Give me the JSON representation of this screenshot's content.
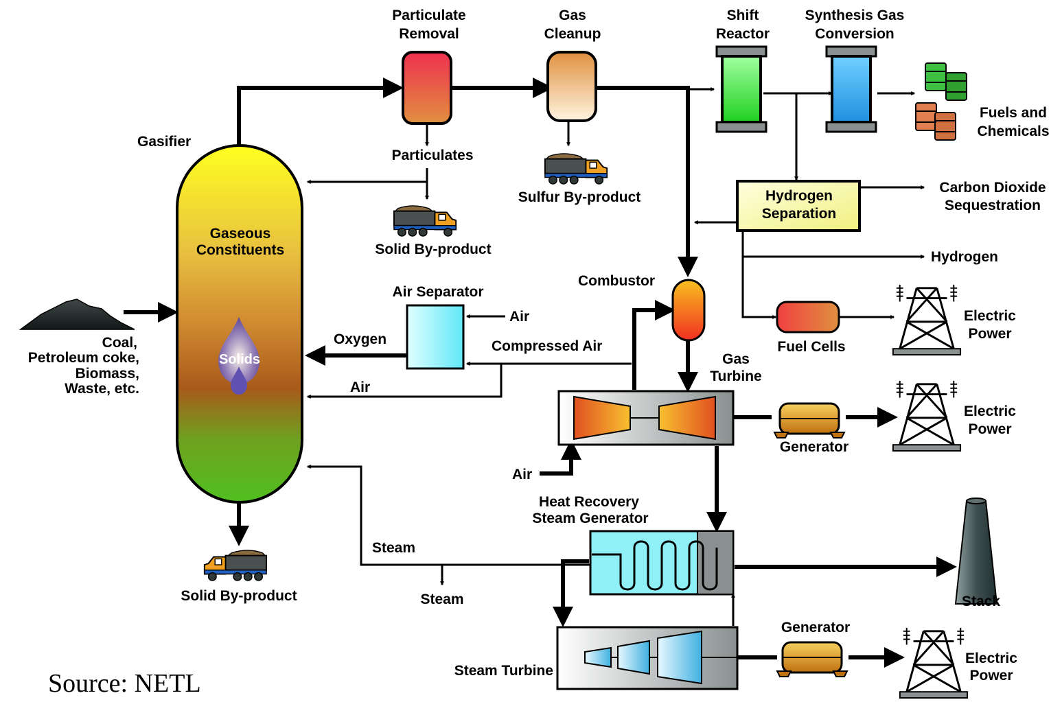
{
  "labels": {
    "gasifier": "Gasifier",
    "particulate_removal": [
      "Particulate",
      "Removal"
    ],
    "gas_cleanup": [
      "Gas",
      "Cleanup"
    ],
    "shift_reactor": [
      "Shift",
      "Reactor"
    ],
    "synthesis_gas_conversion": [
      "Synthesis Gas",
      "Conversion"
    ],
    "fuels_chemicals": [
      "Fuels and",
      "Chemicals"
    ],
    "particulates": "Particulates",
    "solid_byproduct_top": "Solid By-product",
    "sulfur_byproduct": "Sulfur By-product",
    "hydrogen_separation": [
      "Hydrogen",
      "Separation"
    ],
    "carbon_dioxide": [
      "Carbon Dioxide",
      "Sequestration"
    ],
    "hydrogen": "Hydrogen",
    "gaseous_constituents": [
      "Gaseous",
      "Constituents"
    ],
    "solids": "Solids",
    "feedstock": [
      "Coal,",
      "Petroleum coke,",
      "Biomass,",
      "Waste, etc."
    ],
    "air_separator": "Air Separator",
    "air_in": "Air",
    "oxygen": "Oxygen",
    "compressed_air": "Compressed Air",
    "air_return": "Air",
    "combustor": "Combustor",
    "fuel_cells": "Fuel Cells",
    "electric_power_1": [
      "Electric",
      "Power"
    ],
    "gas_turbine": [
      "Gas",
      "Turbine"
    ],
    "generator_1": "Generator",
    "electric_power_2": [
      "Electric",
      "Power"
    ],
    "air_turbine": "Air",
    "hrsg": [
      "Heat Recovery",
      "Steam Generator"
    ],
    "steam_to_gasifier": "Steam",
    "steam_out": "Steam",
    "stack": "Stack",
    "solid_byproduct_bottom": "Solid By-product",
    "steam_turbine": "Steam Turbine",
    "generator_2": "Generator",
    "electric_power_3": [
      "Electric",
      "Power"
    ],
    "source": "Source: NETL"
  },
  "colors": {
    "gasifier_gradient": [
      "#ffff20",
      "#e8b030",
      "#d08030",
      "#a85a1a",
      "#50c020",
      "#60c020"
    ],
    "particulate_removal": [
      "#f03050",
      "#e09040"
    ],
    "gas_cleanup": [
      "#e09040",
      "#fff0d0"
    ],
    "shift_reactor": "#30e030",
    "synthesis_gas_conversion": "#30b0f0",
    "hydrogen_separation": "#ffffa0",
    "air_separator": "#a0f8ff",
    "hrsg": "#90f0f8",
    "turbine_box": "#cfd4d4",
    "fuel_cell": [
      "#f04040",
      "#e09040"
    ],
    "generator": "#e0a020"
  }
}
